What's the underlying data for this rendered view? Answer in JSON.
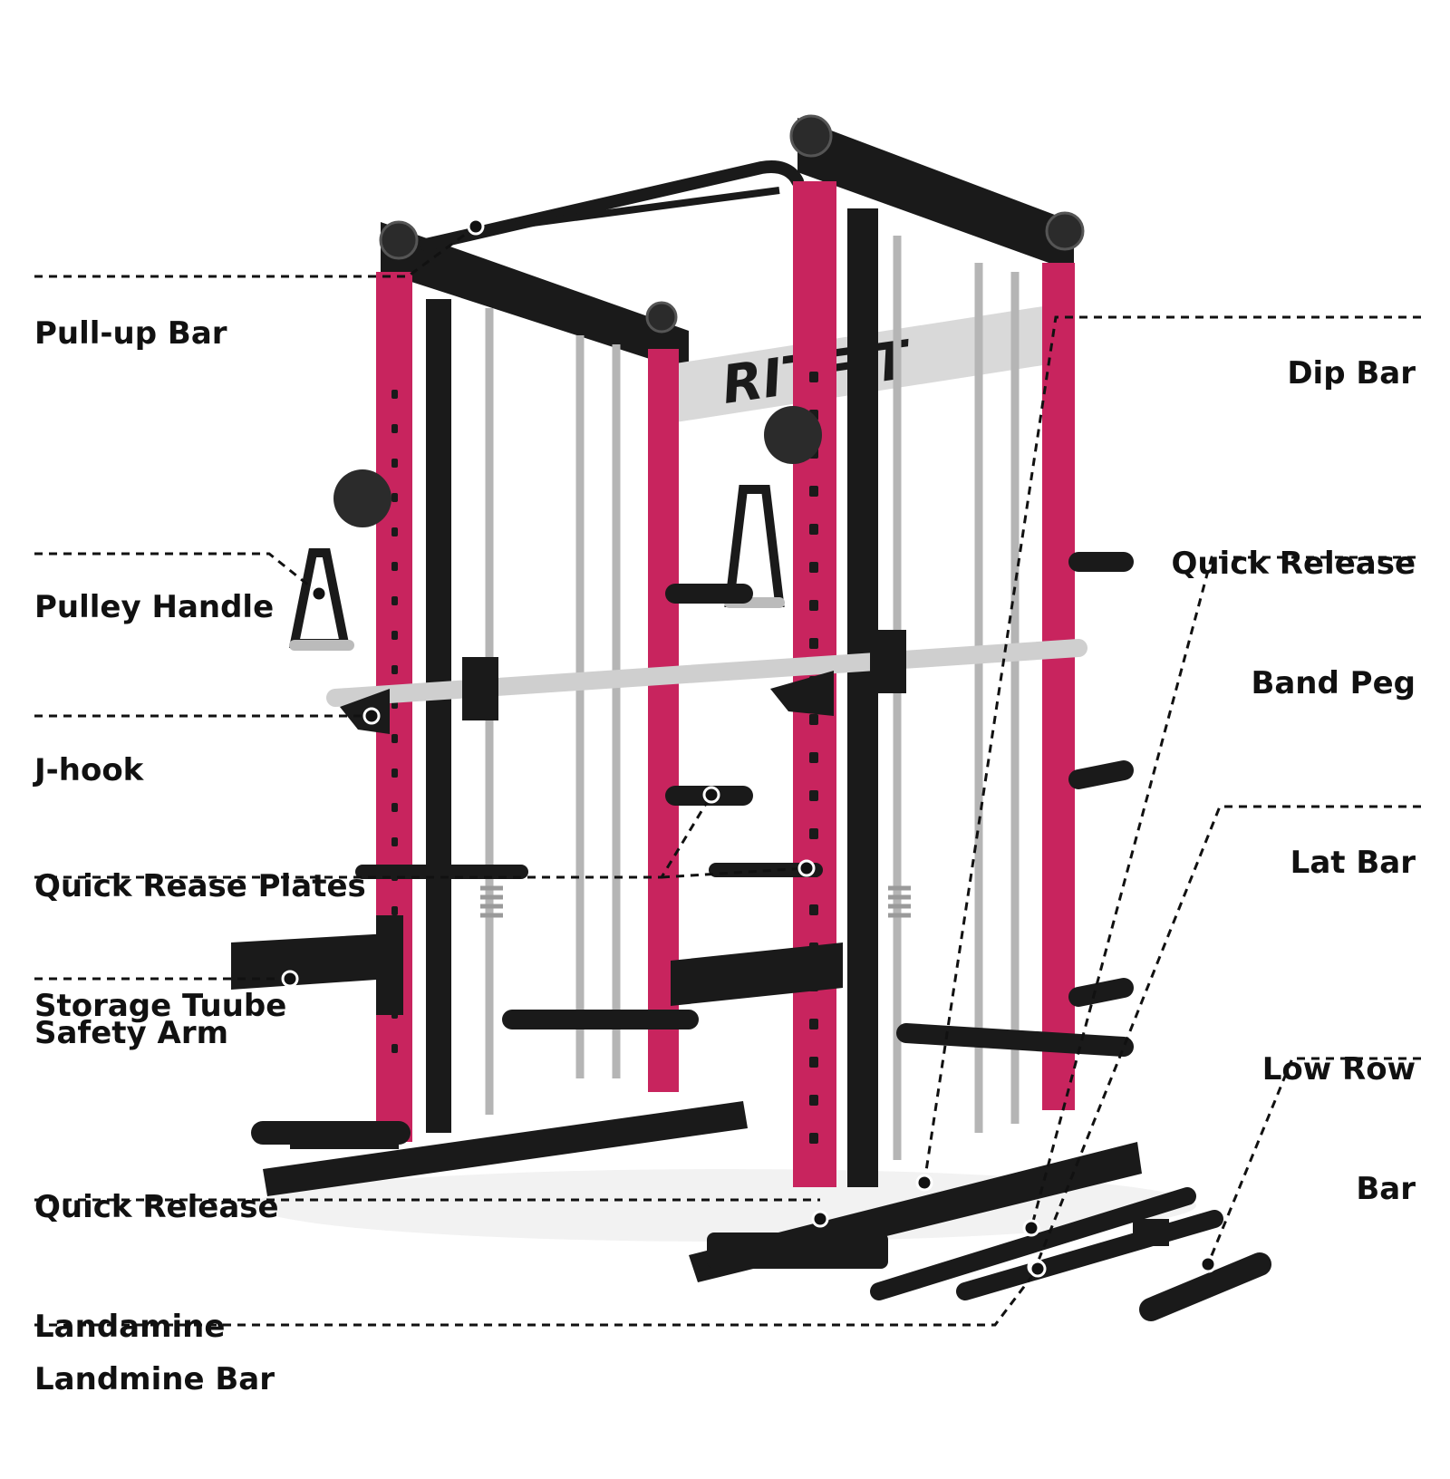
{
  "colors": {
    "frame_black": "#1a1a1a",
    "upright_pink": "#c8245e",
    "chrome": "#c9c9c9",
    "leader_line": "#111111",
    "background": "#ffffff"
  },
  "brand_text": "RITFIT",
  "labels_left": [
    {
      "id": "pull-up-bar",
      "lines": [
        "Pull-up Bar"
      ]
    },
    {
      "id": "pulley-handle",
      "lines": [
        "Pulley Handle"
      ]
    },
    {
      "id": "j-hook",
      "lines": [
        "J-hook"
      ]
    },
    {
      "id": "plates-storage",
      "lines": [
        "Quick Rease Plates",
        "Storage Tuube"
      ]
    },
    {
      "id": "safety-arm",
      "lines": [
        "Safety Arm"
      ]
    },
    {
      "id": "landamine",
      "lines": [
        "Quick Release",
        "Landamine"
      ]
    },
    {
      "id": "landmine-bar",
      "lines": [
        "Landmine Bar"
      ]
    }
  ],
  "labels_right": [
    {
      "id": "dip-bar",
      "lines": [
        "Dip Bar"
      ]
    },
    {
      "id": "band-peg",
      "lines": [
        "Quick Release",
        "Band Peg"
      ]
    },
    {
      "id": "lat-bar",
      "lines": [
        "Lat Bar"
      ]
    },
    {
      "id": "low-row-bar",
      "lines": [
        "Low Row",
        "Bar"
      ]
    }
  ]
}
